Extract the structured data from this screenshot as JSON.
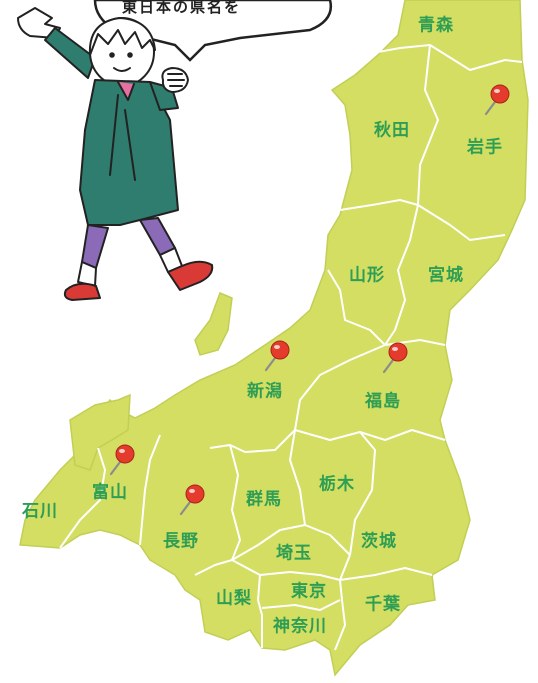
{
  "colors": {
    "land": "#d3de63",
    "border": "#ffffff",
    "coast": "#c2cf55",
    "label": "#2e9e54",
    "pin_head": "#e43b2c",
    "pin_needle": "#8c8c8c",
    "ink": "#222222"
  },
  "speech_bubble": {
    "text": "東日本の県名を"
  },
  "prefectures": [
    {
      "id": "aomori",
      "name": "青森",
      "pinned": false
    },
    {
      "id": "akita",
      "name": "秋田",
      "pinned": false
    },
    {
      "id": "iwate",
      "name": "岩手",
      "pinned": true
    },
    {
      "id": "yamagata",
      "name": "山形",
      "pinned": false
    },
    {
      "id": "miyagi",
      "name": "宮城",
      "pinned": false
    },
    {
      "id": "niigata",
      "name": "新潟",
      "pinned": true
    },
    {
      "id": "fukushima",
      "name": "福島",
      "pinned": true
    },
    {
      "id": "toyama",
      "name": "富山",
      "pinned": true
    },
    {
      "id": "ishikawa",
      "name": "石川",
      "pinned": false
    },
    {
      "id": "gunma",
      "name": "群馬",
      "pinned": false
    },
    {
      "id": "tochigi",
      "name": "栃木",
      "pinned": false
    },
    {
      "id": "nagano",
      "name": "長野",
      "pinned": true
    },
    {
      "id": "ibaraki",
      "name": "茨城",
      "pinned": false
    },
    {
      "id": "saitama",
      "name": "埼玉",
      "pinned": false
    },
    {
      "id": "yamanashi",
      "name": "山梨",
      "pinned": false
    },
    {
      "id": "tokyo",
      "name": "東京",
      "pinned": false
    },
    {
      "id": "chiba",
      "name": "千葉",
      "pinned": false
    },
    {
      "id": "kanagawa",
      "name": "神奈川",
      "pinned": false
    }
  ]
}
